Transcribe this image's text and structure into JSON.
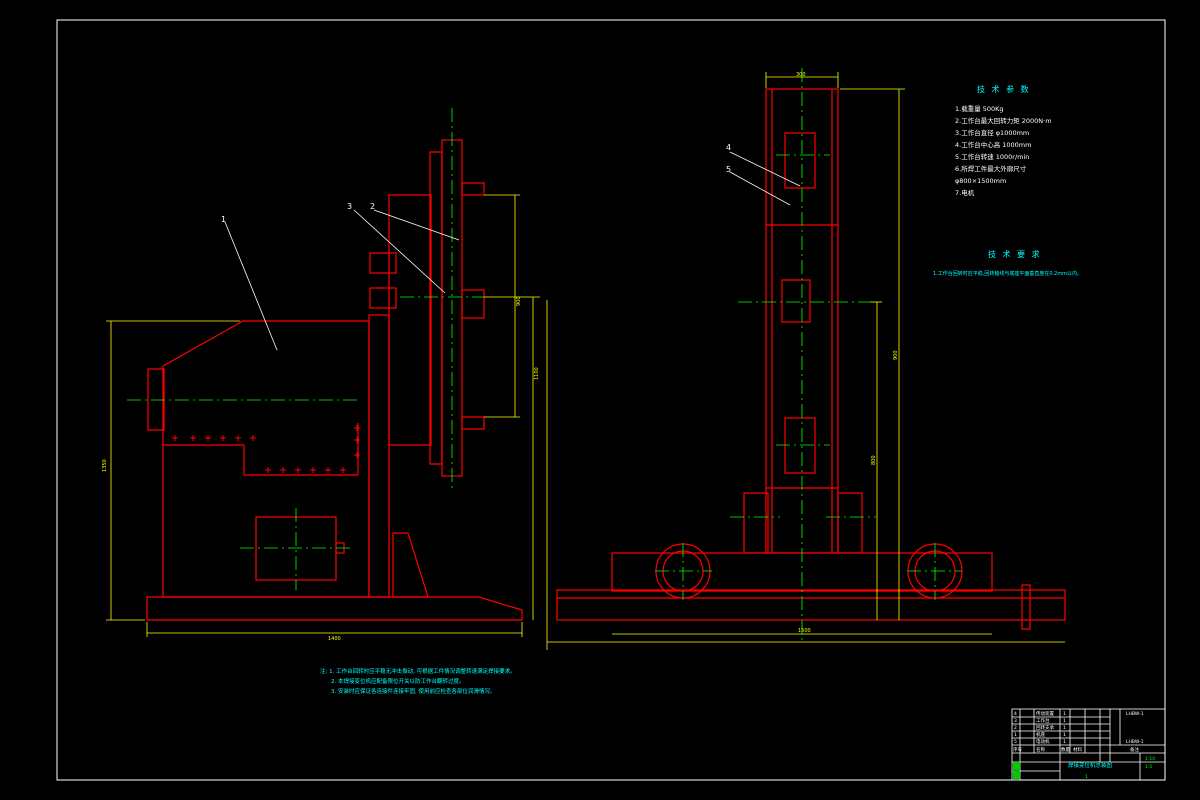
{
  "colors": {
    "background": "#000000",
    "frame": "#ffffff",
    "body": "#ff0000",
    "centerline": "#00ff00",
    "dimension": "#ffff00",
    "text_white": "#ffffff",
    "text_cyan": "#00ffff"
  },
  "views": {
    "side": {
      "leader_labels": [
        "1",
        "3",
        "2"
      ],
      "dims": {
        "bottom_width": "1400",
        "left_height": "1350",
        "right_height_outer": "1100",
        "right_height_inner": "900"
      }
    },
    "front": {
      "leader_labels": [
        "4",
        "5"
      ],
      "dims": {
        "top_width": "300",
        "bottom_width": "1500",
        "right_height": "900",
        "right_height_lower": "800"
      }
    }
  },
  "tech_params": {
    "title": "技 术 参 数",
    "items": [
      "1.载重量  500Kg",
      "2.工作台最大回转力矩  2000N·m",
      "3.工作台直径  φ1000mm",
      "4.工作台中心高  1000mm",
      "5.工作台转速  1000r/min",
      "6.所焊工件最大外廓尺寸",
      "φ800×1500mm",
      "7.电机"
    ]
  },
  "tech_req": {
    "title": "技 术 要 求",
    "text": "1.工作台回转时应平稳,回转轴线与底座平面垂直度在0.2mm以内。"
  },
  "notes": {
    "lines": [
      "注: 1. 工作台回转时应平稳无冲击振动, 可根据工件情况调整转速满足焊接要求。",
      "2. 本焊接变位机应配备限位开关以防工作台翻转过度。",
      "3. 安装时应保证各连接件连接牢固, 使用前应检查各部位润滑情况。"
    ]
  },
  "title_block": {
    "rows": [
      {
        "num": "4",
        "name": "传动装置",
        "qty": "1"
      },
      {
        "num": "3",
        "name": "工作台",
        "qty": "1"
      },
      {
        "num": "2",
        "name": "回转支承",
        "qty": "1"
      },
      {
        "num": "1",
        "name": "机座",
        "qty": "1"
      },
      {
        "num": "5",
        "name": "电动机",
        "qty": "1"
      }
    ],
    "header": [
      "序号",
      "名称",
      "数量",
      "材料",
      "备注"
    ],
    "drawing_title": "焊接变位机总装图",
    "code_top": "LHBW-1",
    "code_mid": "LHBW-1",
    "scale": "1:10",
    "sheet": "1",
    "page": "1:5"
  }
}
